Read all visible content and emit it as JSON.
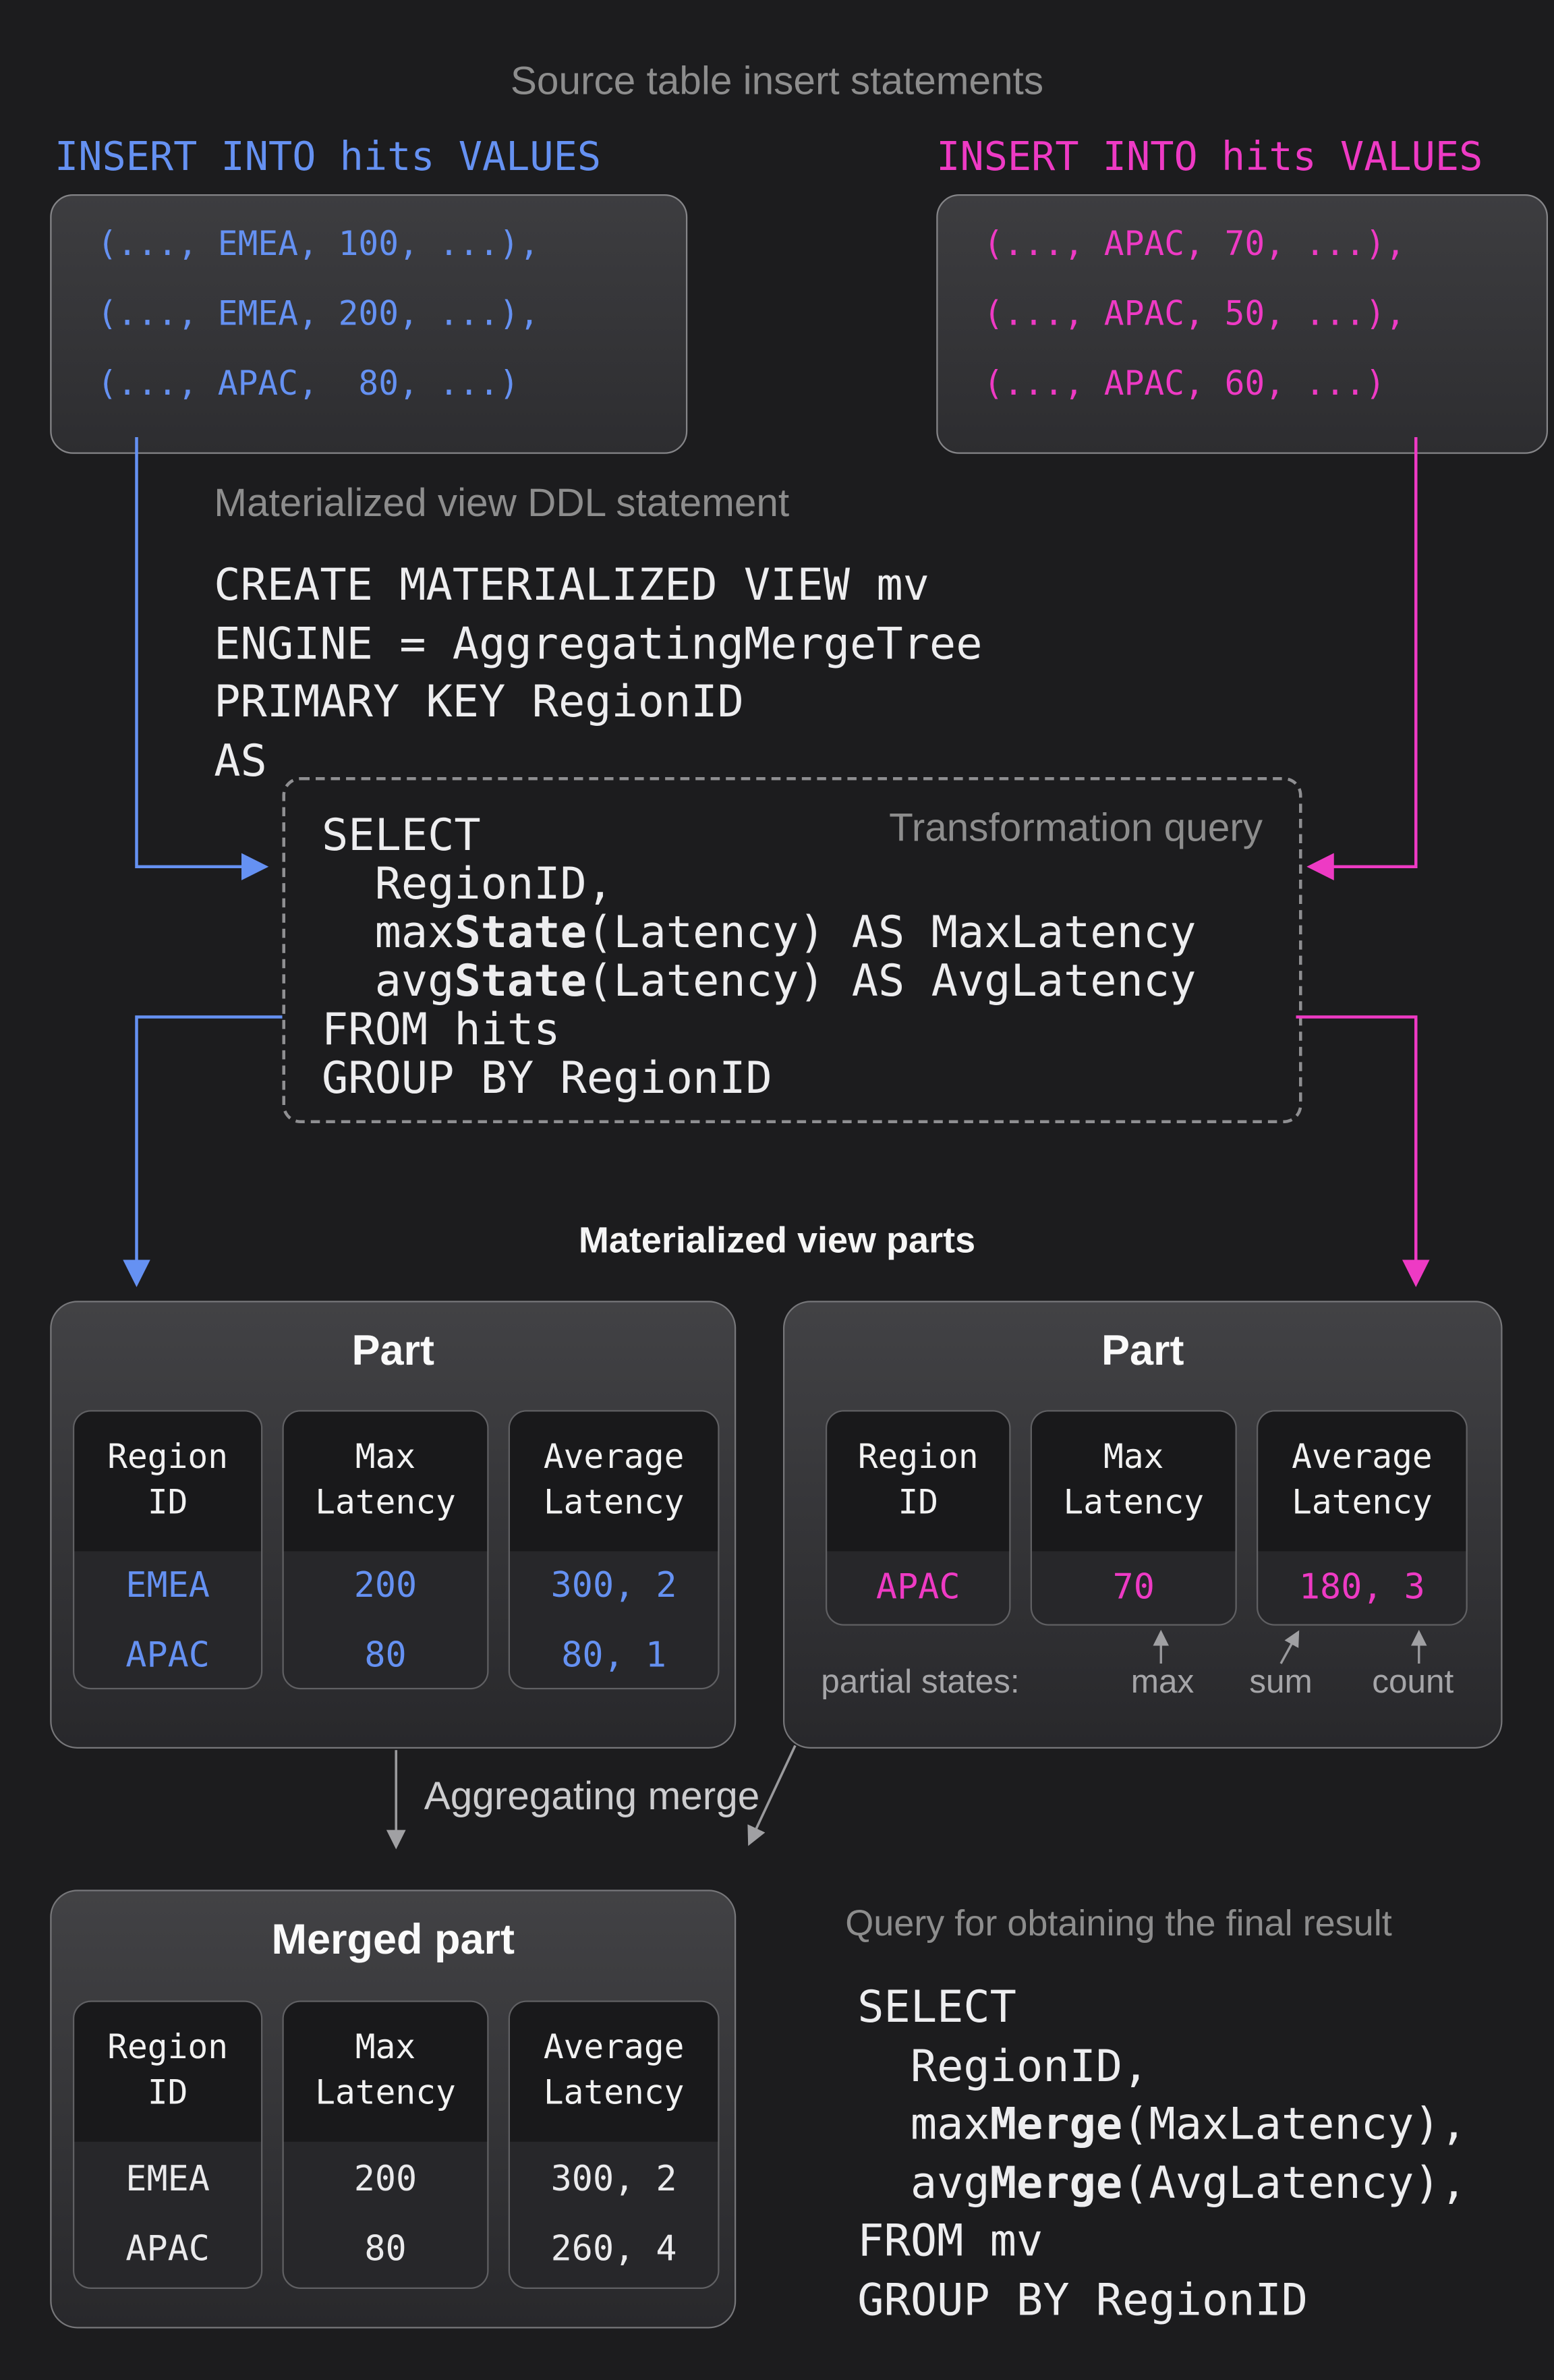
{
  "title": "Source table insert statements",
  "insert_left": {
    "label": "INSERT INTO hits VALUES",
    "lines": [
      "(..., EMEA, 100, ...),",
      "(..., EMEA, 200, ...),",
      "(..., APAC,  80, ...)"
    ]
  },
  "insert_right": {
    "label": "INSERT INTO hits VALUES",
    "lines": [
      "(..., APAC, 70, ...),",
      "(..., APAC, 50, ...),",
      "(..., APAC, 60, ...)"
    ]
  },
  "ddl": {
    "label": "Materialized view DDL statement",
    "lines": [
      "CREATE MATERIALIZED VIEW mv",
      "ENGINE = AggregatingMergeTree",
      "PRIMARY KEY RegionID",
      "AS"
    ]
  },
  "transformation": {
    "label": "Transformation query",
    "bold": "State",
    "lines": [
      "SELECT",
      "  RegionID,",
      "  maxState(Latency) AS MaxLatency",
      "  avgState(Latency) AS AvgLatency",
      "FROM hits",
      "GROUP BY RegionID"
    ]
  },
  "parts_label": "Materialized view parts",
  "part_left": {
    "title": "Part",
    "columns": [
      {
        "header": "Region ID",
        "values": [
          "EMEA",
          "APAC"
        ]
      },
      {
        "header": "Max Latency",
        "values": [
          "200",
          "80"
        ]
      },
      {
        "header": "Average Latency",
        "values": [
          "300, 2",
          "80, 1"
        ]
      }
    ]
  },
  "part_right": {
    "title": "Part",
    "columns": [
      {
        "header": "Region ID",
        "values": [
          "APAC"
        ]
      },
      {
        "header": "Max Latency",
        "values": [
          "70"
        ]
      },
      {
        "header": "Average Latency",
        "values": [
          "180, 3"
        ]
      }
    ],
    "partial_states_label": "partial states:",
    "partial_states": [
      "max",
      "sum",
      "count"
    ]
  },
  "merge_label": "Aggregating merge",
  "merged_part": {
    "title": "Merged part",
    "columns": [
      {
        "header": "Region ID",
        "values": [
          "EMEA",
          "APAC"
        ]
      },
      {
        "header": "Max Latency",
        "values": [
          "200",
          "80"
        ]
      },
      {
        "header": "Average Latency",
        "values": [
          "300, 2",
          "260, 4"
        ]
      }
    ]
  },
  "final_query": {
    "label": "Query for obtaining the final result",
    "bold": "Merge",
    "lines": [
      "SELECT",
      "  RegionID,",
      "  maxMerge(MaxLatency),",
      "  avgMerge(AvgLatency),",
      "FROM mv",
      "GROUP BY RegionID"
    ]
  },
  "colors": {
    "blue": "#6591f2",
    "magenta": "#ee3ac4",
    "gray": "#8d8d8d"
  }
}
